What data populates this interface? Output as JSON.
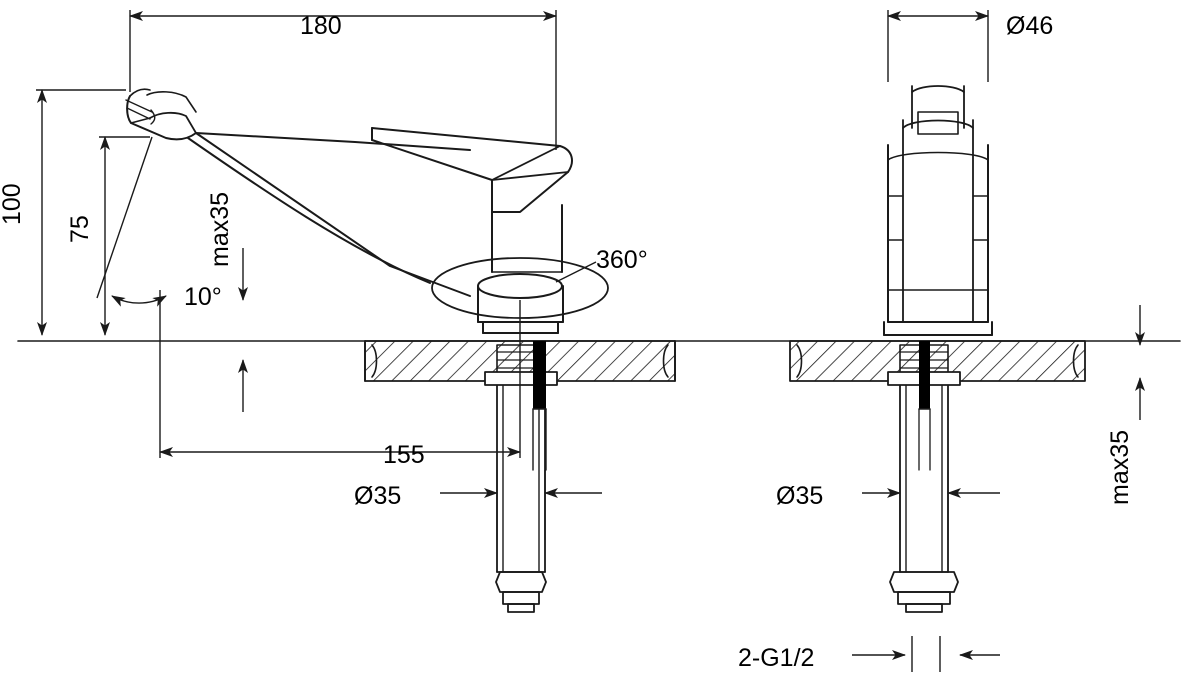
{
  "drawing": {
    "title": "Kitchen sink mixer tap technical dimension drawing",
    "views": [
      {
        "name": "side-elevation",
        "label": ""
      },
      {
        "name": "front-elevation",
        "label": ""
      }
    ]
  },
  "dimensions": {
    "spout_reach_top": "180",
    "height_100": "100",
    "height_75": "75",
    "angle_10": "10°",
    "max35_spout": "max35",
    "rotation_360": "360°",
    "length_155": "155",
    "hole_d35_left": "Ø35",
    "hole_d35_right": "Ø35",
    "body_d46": "Ø46",
    "max35_right": "max35",
    "thread_2_g12": "2-G1/2"
  },
  "colors": {
    "line": "#1a1a1a",
    "text": "#000000",
    "background": "#ffffff",
    "fill_dark": "#000000"
  }
}
